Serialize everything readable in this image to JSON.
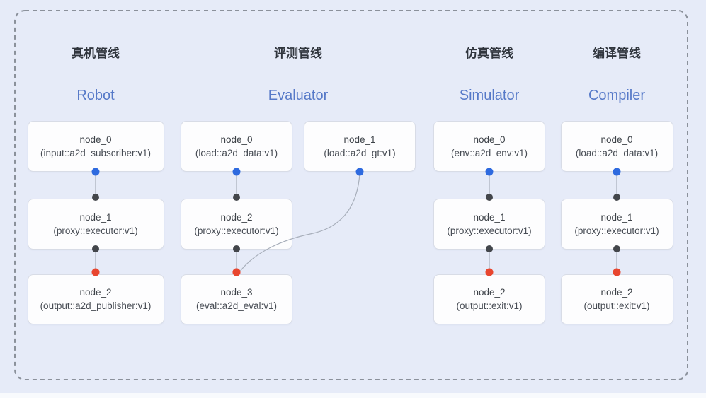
{
  "diagram": {
    "colors": {
      "background": "#e6ebf8",
      "dashed_border": "#8b919b",
      "node_background": "#fdfdfe",
      "node_border": "#d8dce6",
      "node_text": "#3d4248",
      "title_cn_color": "#30353d",
      "title_en_color": "#5679c8",
      "edge_line": "#a7aeba",
      "dot_blue": "#2e6adf",
      "dot_black": "#43464b",
      "dot_red": "#e8462f"
    },
    "pipelines": [
      {
        "id": "robot",
        "title_cn": "真机管线",
        "title_en": "Robot",
        "nodes": [
          {
            "name": "node_0",
            "type": "(input::a2d_subscriber:v1)",
            "col": 0,
            "row": 0
          },
          {
            "name": "node_1",
            "type": "(proxy::executor:v1)",
            "col": 0,
            "row": 1
          },
          {
            "name": "node_2",
            "type": "(output::a2d_publisher:v1)",
            "col": 0,
            "row": 2
          }
        ],
        "edges": [
          {
            "from": "node_0",
            "to": "node_1",
            "from_dot": "blue",
            "to_dot": "black",
            "curved": false
          },
          {
            "from": "node_1",
            "to": "node_2",
            "from_dot": "black",
            "to_dot": "red",
            "curved": false
          }
        ]
      },
      {
        "id": "evaluator",
        "title_cn": "评测管线",
        "title_en": "Evaluator",
        "nodes": [
          {
            "name": "node_0",
            "type": "(load::a2d_data:v1)",
            "col": 0,
            "row": 0
          },
          {
            "name": "node_1",
            "type": "(load::a2d_gt:v1)",
            "col": 1,
            "row": 0
          },
          {
            "name": "node_2",
            "type": "(proxy::executor:v1)",
            "col": 0,
            "row": 1
          },
          {
            "name": "node_3",
            "type": "(eval::a2d_eval:v1)",
            "col": 0,
            "row": 2
          }
        ],
        "edges": [
          {
            "from": "node_0",
            "to": "node_2",
            "from_dot": "blue",
            "to_dot": "black",
            "curved": false
          },
          {
            "from": "node_2",
            "to": "node_3",
            "from_dot": "black",
            "to_dot": "red",
            "curved": false
          },
          {
            "from": "node_1",
            "to": "node_3",
            "from_dot": "blue",
            "to_dot": "red",
            "curved": true
          }
        ]
      },
      {
        "id": "simulator",
        "title_cn": "仿真管线",
        "title_en": "Simulator",
        "nodes": [
          {
            "name": "node_0",
            "type": "(env::a2d_env:v1)",
            "col": 0,
            "row": 0
          },
          {
            "name": "node_1",
            "type": "(proxy::executor:v1)",
            "col": 0,
            "row": 1
          },
          {
            "name": "node_2",
            "type": "(output::exit:v1)",
            "col": 0,
            "row": 2
          }
        ],
        "edges": [
          {
            "from": "node_0",
            "to": "node_1",
            "from_dot": "blue",
            "to_dot": "black",
            "curved": false
          },
          {
            "from": "node_1",
            "to": "node_2",
            "from_dot": "black",
            "to_dot": "red",
            "curved": false
          }
        ]
      },
      {
        "id": "compiler",
        "title_cn": "编译管线",
        "title_en": "Compiler",
        "nodes": [
          {
            "name": "node_0",
            "type": "(load::a2d_data:v1)",
            "col": 0,
            "row": 0
          },
          {
            "name": "node_1",
            "type": "(proxy::executor:v1)",
            "col": 0,
            "row": 1
          },
          {
            "name": "node_2",
            "type": "(output::exit:v1)",
            "col": 0,
            "row": 2
          }
        ],
        "edges": [
          {
            "from": "node_0",
            "to": "node_1",
            "from_dot": "blue",
            "to_dot": "black",
            "curved": false
          },
          {
            "from": "node_1",
            "to": "node_2",
            "from_dot": "black",
            "to_dot": "red",
            "curved": false
          }
        ]
      }
    ]
  }
}
